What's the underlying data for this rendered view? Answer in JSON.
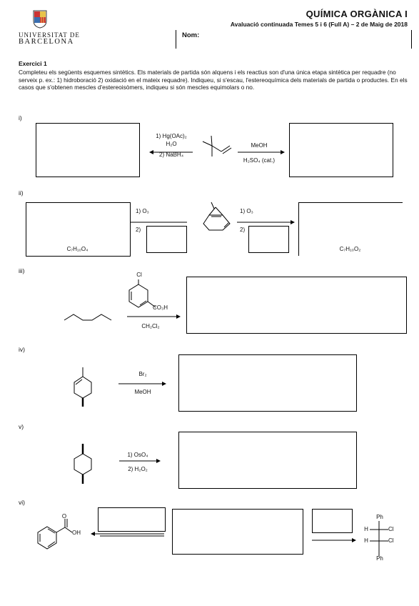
{
  "header": {
    "university_line1": "UNIVERSITAT DE",
    "university_line2": "BARCELONA",
    "title": "QUÍMICA ORGÀNICA I",
    "subtitle": "Avaluació continuada Temes 5 i 6 (Full A) – 2 de Maig de 2018",
    "name_label": "Nom:"
  },
  "exercise": {
    "title": "Exercici 1",
    "text": "Completeu els següents esquemes sintètics. Els materials de partida són alquens i els reactius son d'una única etapa sintètica per requadre (no serveix p. ex.: 1) hidroboració 2) oxidació en el mateix requadre). Indiqueu, si s'escau, l'estereoquímica dels materials de partida o productes. En els casos que s'obtenen mescles d'estereoisòmers, indiqueu si són mescles equimolars o no."
  },
  "sections": {
    "i": {
      "label": "i)",
      "reagent_left_1": "1) Hg(OAc)₂",
      "reagent_left_2": "H₂O",
      "reagent_left_3": "2) NaBH₄",
      "reagent_right_1": "MeOH",
      "reagent_right_2": "H₂SO₄ (cat.)"
    },
    "ii": {
      "label": "ii)",
      "left_step1": "1) O₃",
      "left_step2": "2)",
      "right_step1": "1) O₃",
      "right_step2": "2)",
      "formula_left": "C₇H₁₀O₄",
      "formula_right": "C₇H₁₀O₂"
    },
    "iii": {
      "label": "iii)",
      "cl": "Cl",
      "acid": "CO₃H",
      "solvent": "CH₂Cl₂"
    },
    "iv": {
      "label": "iv)",
      "reagent_1": "Br₂",
      "reagent_2": "MeOH"
    },
    "v": {
      "label": "v)",
      "reagent_1": "1) OsO₄",
      "reagent_2": "2) H₂O₂"
    },
    "vi": {
      "label": "vi)",
      "oh": "OH",
      "o": "O",
      "ph_top": "Ph",
      "ph_bottom": "Ph",
      "h1": "H",
      "cl1": "Cl",
      "h2": "H",
      "cl2": "Cl"
    }
  }
}
